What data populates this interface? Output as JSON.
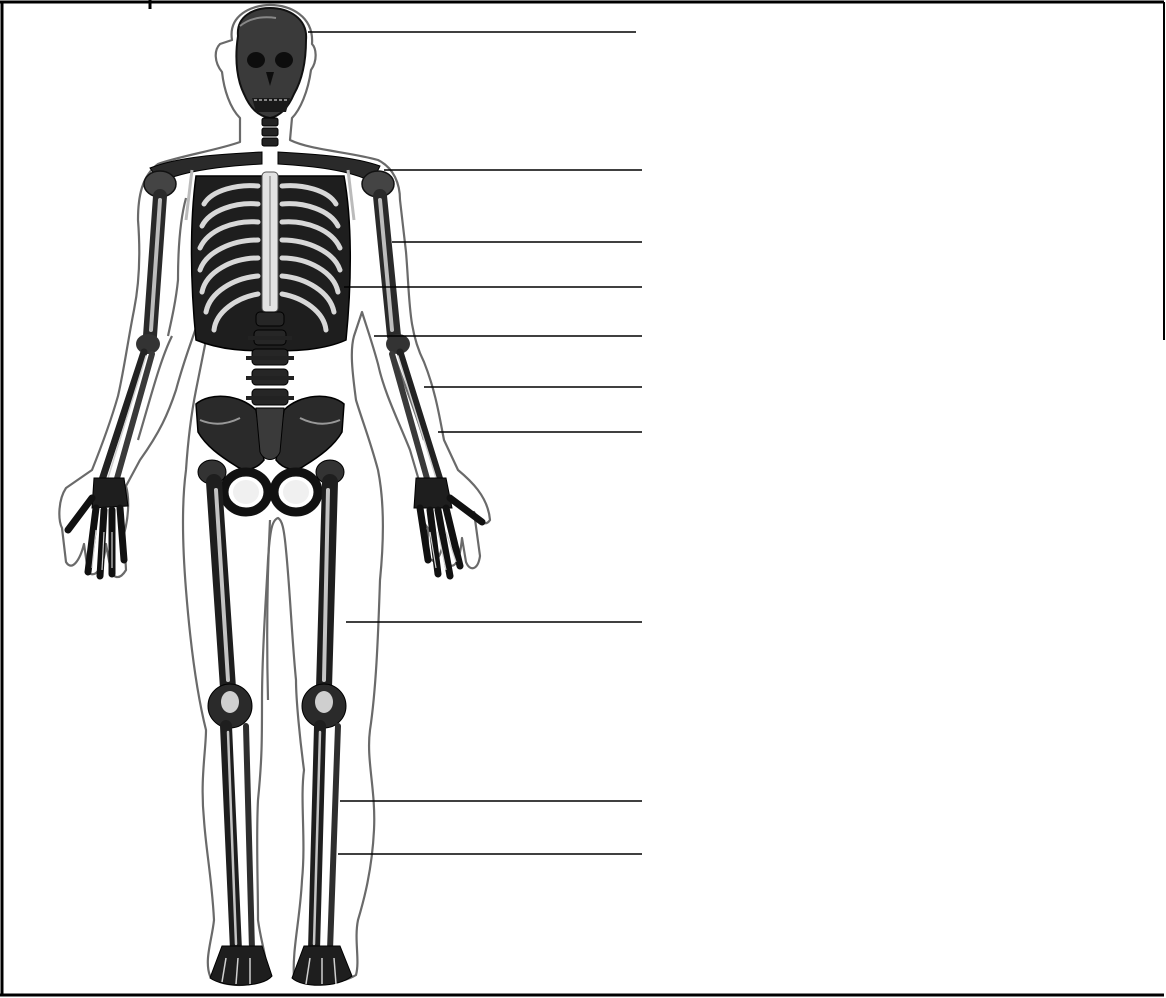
{
  "diagram": {
    "type": "labeling-worksheet",
    "subject": "skeleton",
    "colors": {
      "background": "#ffffff",
      "frame": "#000000",
      "bone": "#1a1a1a",
      "bone_light": "#d8d8d8",
      "skin": "#6a6a6a",
      "leader": "#000000"
    },
    "blank_label_count": 10,
    "blank_labels": [
      "",
      "",
      "",
      "",
      "",
      "",
      "",
      "",
      "",
      ""
    ]
  }
}
